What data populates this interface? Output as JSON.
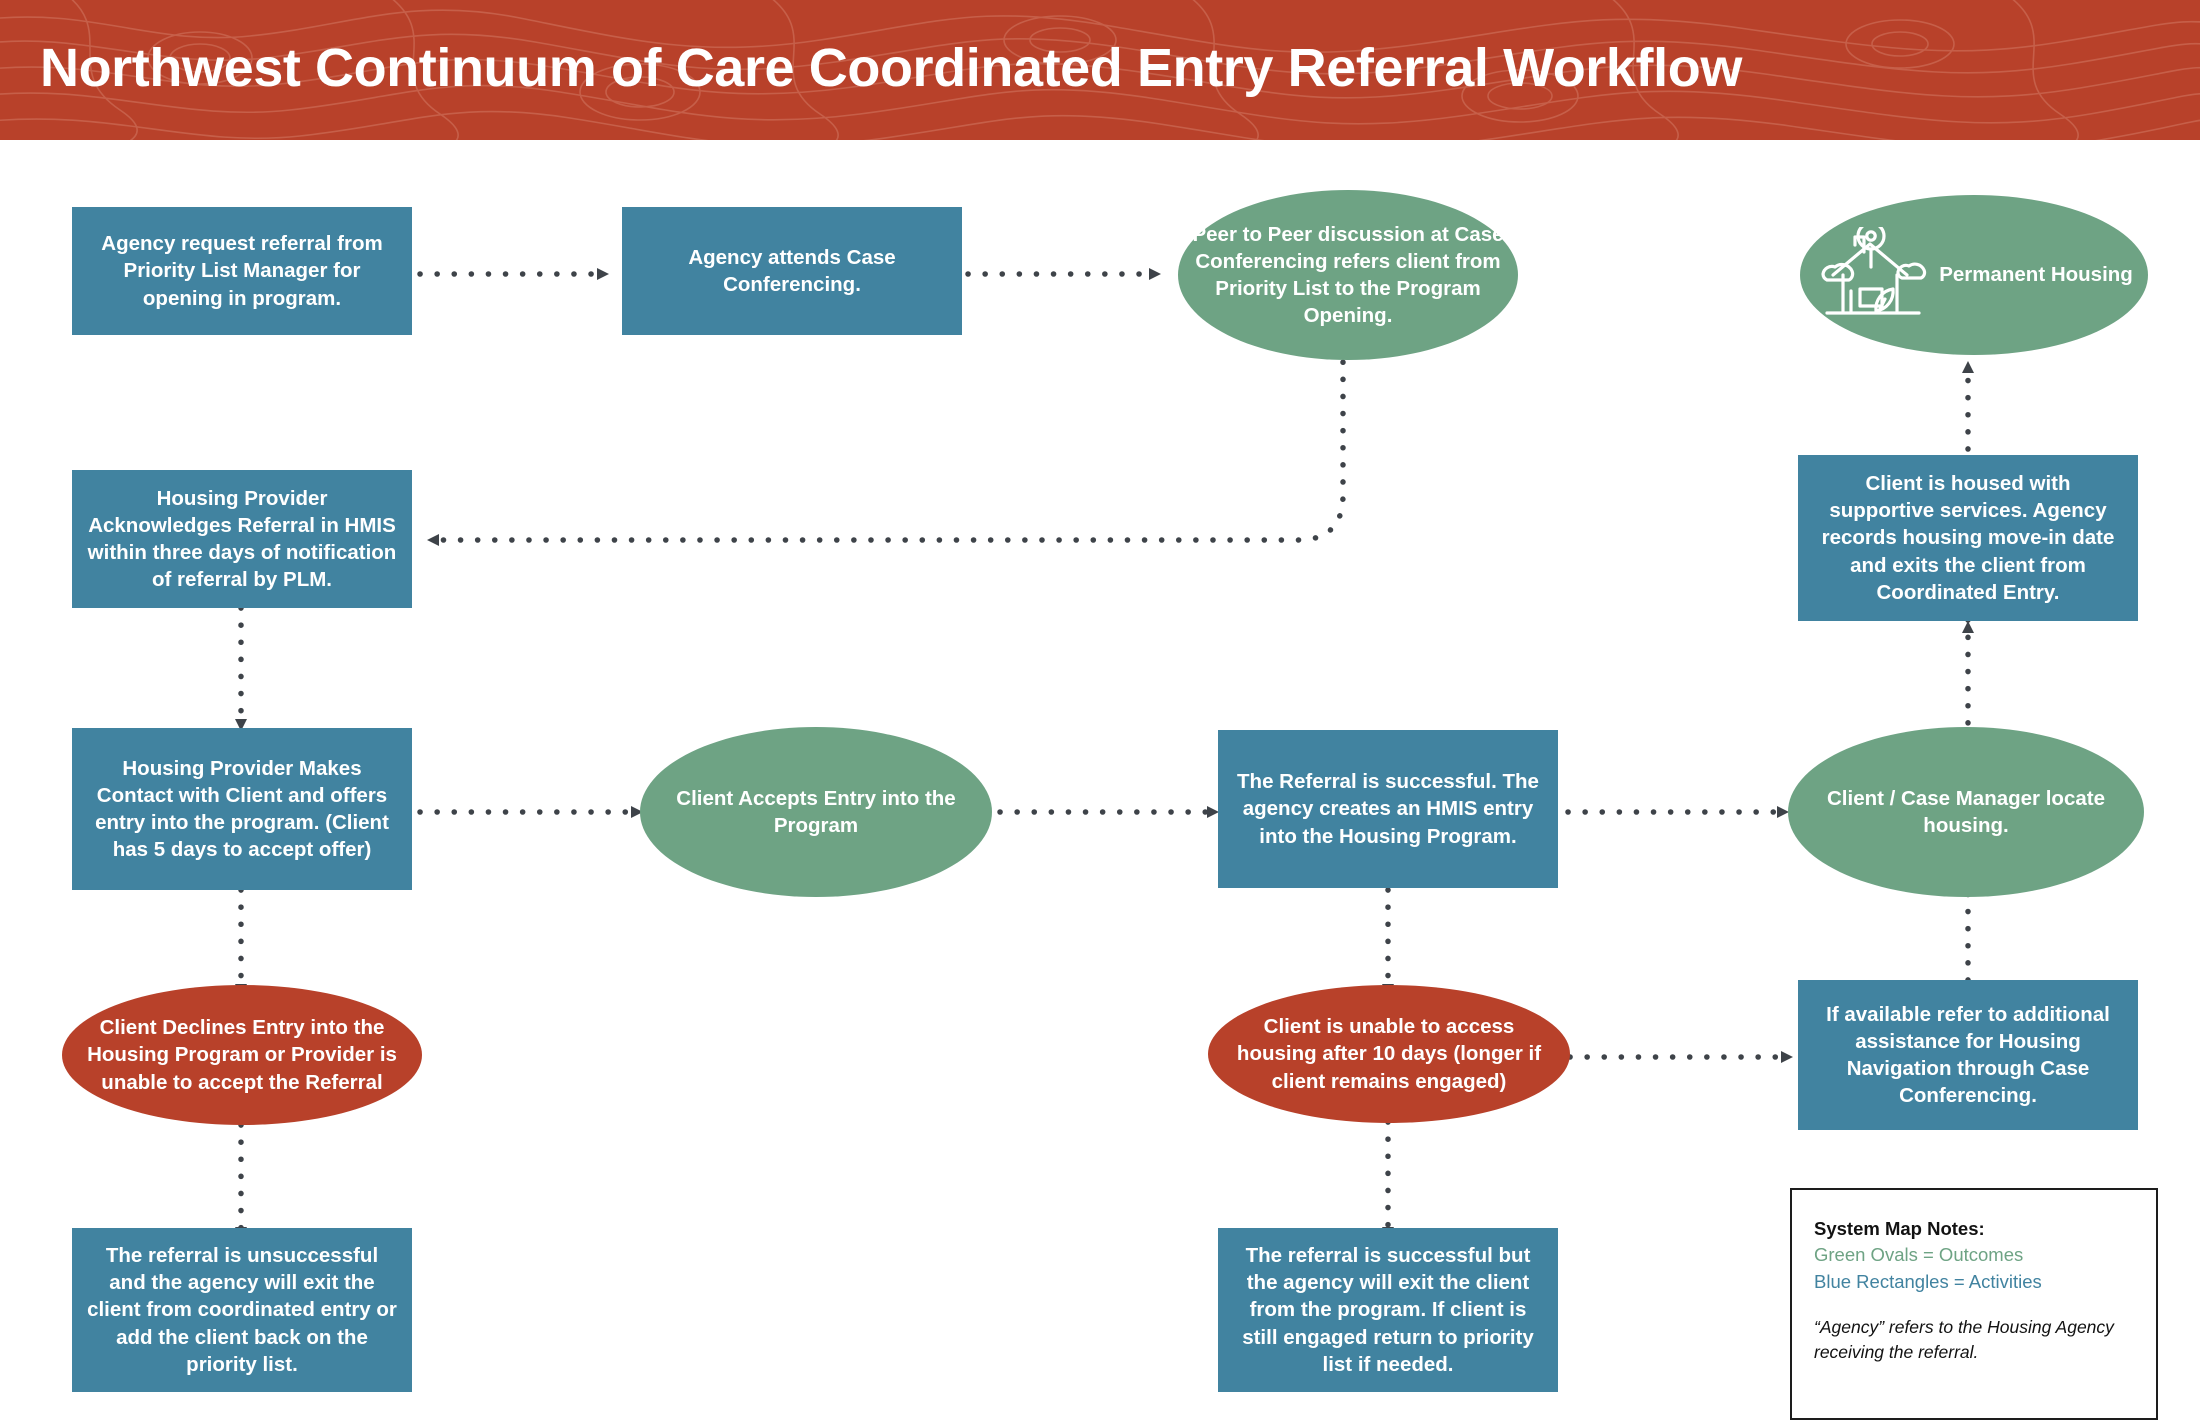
{
  "header": {
    "title": "Northwest Continuum of Care Coordinated Entry Referral Workflow",
    "background_color": "#B8412A",
    "text_color": "#ffffff",
    "texture": "topographic-contour-lines"
  },
  "palette": {
    "blue_rectangle": "#4183A0",
    "green_oval": "#6EA384",
    "red_oval": "#B8412A",
    "connector": "#3E4349",
    "page_background": "#ffffff"
  },
  "nodes": [
    {
      "id": "agency-request-referral",
      "shape": "rect",
      "text": "Agency request referral from Priority List Manager for opening in program."
    },
    {
      "id": "agency-attends-case-conferencing",
      "shape": "rect",
      "text": "Agency attends Case Conferencing."
    },
    {
      "id": "peer-to-peer-discussion",
      "shape": "oval-green",
      "text": "Peer to Peer discussion at Case Conferencing refers client from Priority List to the Program Opening."
    },
    {
      "id": "permanent-housing",
      "shape": "oval-green",
      "text": "Permanent Housing",
      "icon": "house-with-map-pin-icon"
    },
    {
      "id": "housing-provider-acknowledges",
      "shape": "rect",
      "text": "Housing Provider Acknowledges Referral in HMIS within three days of notification of referral by PLM."
    },
    {
      "id": "client-is-housed",
      "shape": "rect",
      "text": "Client is housed with supportive services. Agency records housing move-in date and exits the client from Coordinated Entry."
    },
    {
      "id": "housing-provider-makes-contact",
      "shape": "rect",
      "text": "Housing Provider Makes Contact with Client  and offers entry into the program. (Client has 5 days to accept offer)"
    },
    {
      "id": "client-accepts-entry",
      "shape": "oval-green",
      "text": "Client Accepts Entry into the Program"
    },
    {
      "id": "referral-successful-hmis-entry",
      "shape": "rect",
      "text": "The Referral is successful. The agency creates an HMIS entry into the Housing Program."
    },
    {
      "id": "client-case-manager-locate-housing",
      "shape": "oval-green",
      "text": "Client / Case Manager locate housing."
    },
    {
      "id": "client-declines-entry",
      "shape": "oval-red",
      "text": "Client Declines Entry into the Housing Program or Provider is unable to accept the Referral"
    },
    {
      "id": "client-unable-to-access-housing",
      "shape": "oval-red",
      "text": "Client is unable to access housing after 10 days (longer if client remains engaged)"
    },
    {
      "id": "if-available-refer",
      "shape": "rect",
      "text": "If available refer to additional assistance for Housing Navigation through Case Conferencing."
    },
    {
      "id": "referral-unsuccessful",
      "shape": "rect",
      "text": "The referral is unsuccessful and the agency will exit the client from coordinated entry or add the client back on the priority list."
    },
    {
      "id": "referral-successful-but-exit",
      "shape": "rect",
      "text": "The referral is  successful but the agency will exit the client from the program.  If client is still engaged return to priority list if needed."
    }
  ],
  "legend": {
    "title": "System Map Notes:",
    "line_green": "Green Ovals = Outcomes",
    "line_blue": "Blue Rectangles = Activities",
    "note": "“Agency” refers to the Housing Agency receiving the referral."
  }
}
